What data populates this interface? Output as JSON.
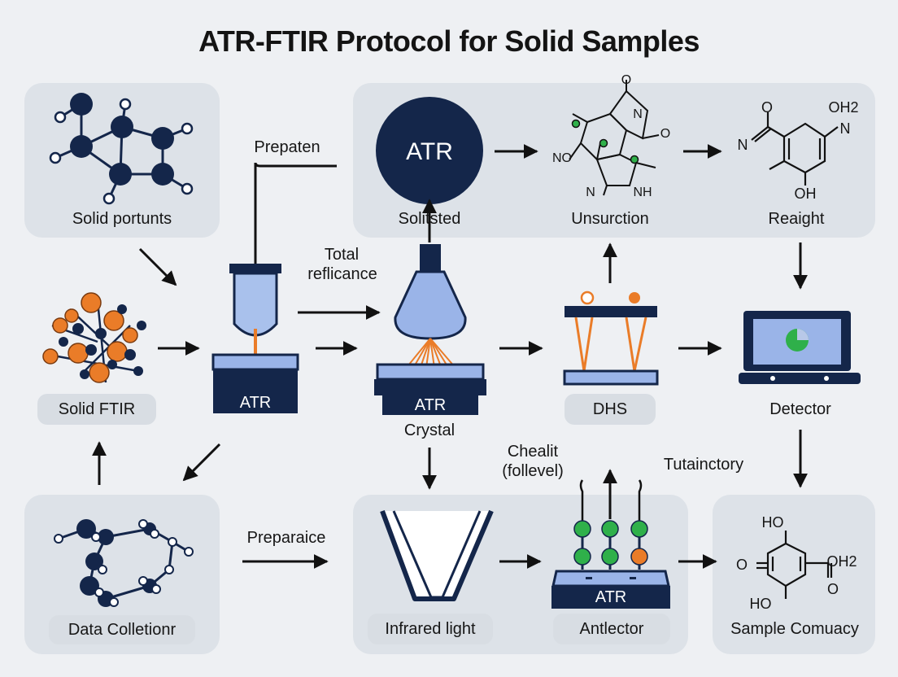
{
  "title": "ATR-FTIR Protocol for Solid Samples",
  "labels": {
    "solid_portunts": "Solid portunts",
    "prepaten": "Prepaten",
    "atr_circle": "ATR",
    "solitsted": "Solitsted",
    "unsurction": "Unsurction",
    "reaight": "Reaight",
    "total_reflicance_1": "Total",
    "total_reflicance_2": "reflicance",
    "solid_ftir": "Solid FTIR",
    "atr_sample": "ATR",
    "atr_crystal_box": "ATR",
    "crystal": "Crystal",
    "dhs": "DHS",
    "detector": "Detector",
    "chealit_1": "Chealit",
    "chealit_2": "(follevel)",
    "tutainctory": "Tutainctory",
    "preparaice": "Preparaice",
    "data_colletion": "Data Colletionr",
    "infrared_light": "Infrared light",
    "atr_antlector": "ATR",
    "antlector": "Antlector",
    "sample_comuacy": "Sample Comuacy"
  },
  "chem": {
    "no_left": "NO",
    "n_top": "N",
    "o_top": "O",
    "o_right": "O",
    "nh": "NH",
    "n_bottom": "N",
    "reag_o": "O",
    "reag_oh2": "OH2",
    "reag_n_left": "N",
    "reag_n_right": "N",
    "reag_oh": "OH",
    "sample_ho_top": "HO",
    "sample_o_left": "O",
    "sample_oh2": "OH2",
    "sample_o_right": "O",
    "sample_ho_bottom": "HO"
  },
  "colors": {
    "navy": "#14264a",
    "orange": "#ea7c28",
    "green": "#2fb04a",
    "glass": "#9ab4e8",
    "panel": "#dde2e8"
  }
}
